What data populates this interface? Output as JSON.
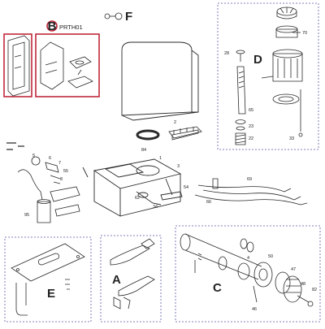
{
  "diagram": {
    "groups": {
      "B": {
        "letter": "B",
        "code": "PRTH01"
      },
      "F": {
        "letter": "F"
      },
      "D": {
        "letter": "D",
        "parts": [
          "70",
          "28",
          "65",
          "23",
          "22",
          "33"
        ]
      },
      "E": {
        "letter": "E"
      },
      "A": {
        "letter": "A"
      },
      "C": {
        "letter": "C",
        "parts": [
          "4",
          "50",
          "47",
          "48",
          "82",
          "46"
        ]
      }
    },
    "central_parts": [
      "2",
      "84",
      "1",
      "3",
      "5",
      "6",
      "7",
      "55",
      "8",
      "95",
      "34",
      "54",
      "62",
      "69",
      "66"
    ],
    "colors": {
      "red_frame": "#c0283a",
      "blue_frame": "#5a5aa8",
      "line": "#2a2a2a"
    }
  }
}
